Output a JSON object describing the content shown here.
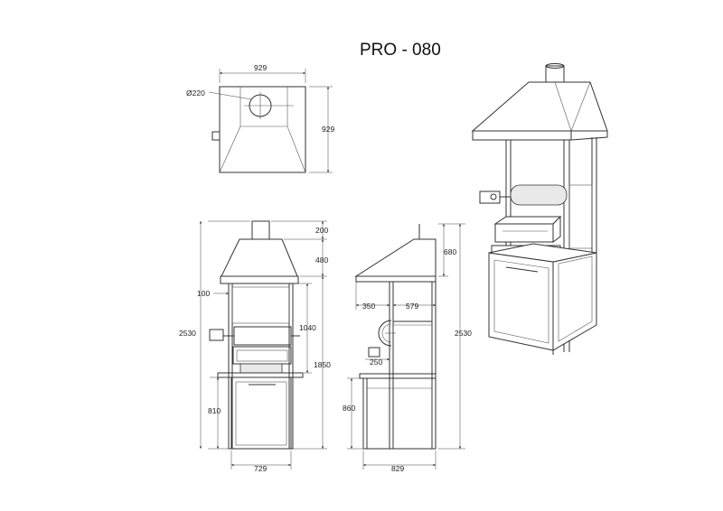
{
  "title": "PRO - 080",
  "dimensions": {
    "top_width": "929",
    "top_depth": "929",
    "flue_diameter": "Ø220",
    "chimney_height": "200",
    "hood_height": "480",
    "hood_offset": "100",
    "total_height_front": "2530",
    "grill_zone_height": "1040",
    "grill_height": "1850",
    "base_height_front": "810",
    "front_width": "729",
    "side_upper_height": "680",
    "side_front_depth": "350",
    "side_rear_depth": "579",
    "rotisserie_offset": "250",
    "base_height_side": "860",
    "side_depth": "829",
    "total_height_side": "2530"
  }
}
